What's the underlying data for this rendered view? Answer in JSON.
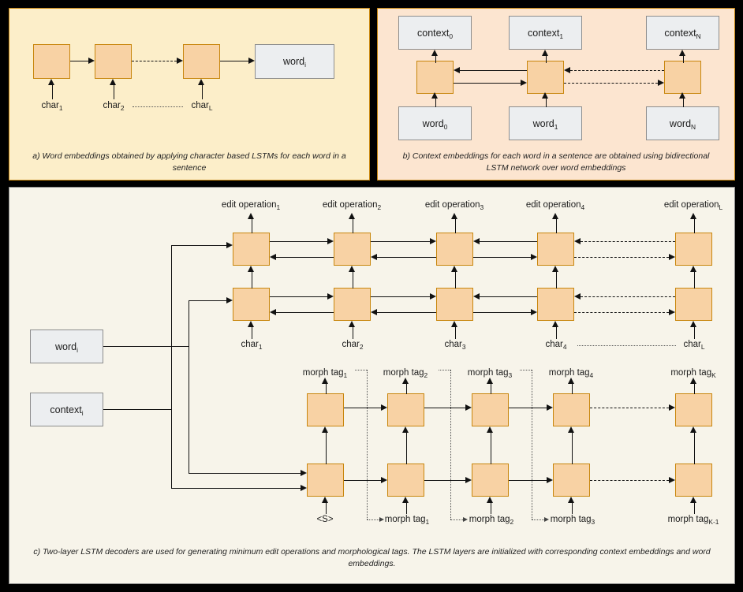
{
  "figure": {
    "panels": [
      {
        "id": "a",
        "caption": "a) Word embeddings obtained by applying character based LSTMs for each word in a sentence",
        "cells": 3,
        "inputs": [
          "char",
          "char",
          "char"
        ],
        "input_subs": [
          "1",
          "2",
          "L"
        ],
        "output": {
          "label": "word",
          "sub": "i"
        },
        "bg": "#fceec9"
      },
      {
        "id": "b",
        "caption": "b) Context embeddings for each word in a sentence are obtained using bidirectional LSTM network over word embeddings",
        "cells": 3,
        "top_labels": [
          {
            "label": "context",
            "sub": "0"
          },
          {
            "label": "context",
            "sub": "1"
          },
          {
            "label": "context",
            "sub": "N"
          }
        ],
        "bottom_labels": [
          {
            "label": "word",
            "sub": "0"
          },
          {
            "label": "word",
            "sub": "1"
          },
          {
            "label": "word",
            "sub": "N"
          }
        ],
        "bg": "#fce5d0"
      },
      {
        "id": "c",
        "caption": "c) Two-layer LSTM decoders are used for generating minimum edit operations and morphological tags. The LSTM layers are initialized with corresponding context embeddings and word embeddings.",
        "bg": "#f7f4ea",
        "init_boxes": [
          {
            "label": "word",
            "sub": "i"
          },
          {
            "label": "context",
            "sub": "i"
          }
        ],
        "edit_decoder": {
          "outputs": [
            {
              "label": "edit operation",
              "sub": "1"
            },
            {
              "label": "edit operation",
              "sub": "2"
            },
            {
              "label": "edit operation",
              "sub": "3"
            },
            {
              "label": "edit operation",
              "sub": "4"
            },
            {
              "label": "edit operation",
              "sub": "L"
            }
          ],
          "inputs": [
            {
              "label": "char",
              "sub": "1"
            },
            {
              "label": "char",
              "sub": "2"
            },
            {
              "label": "char",
              "sub": "3"
            },
            {
              "label": "char",
              "sub": "4"
            },
            {
              "label": "char",
              "sub": "L"
            }
          ]
        },
        "morph_decoder": {
          "outputs": [
            {
              "label": "morph tag",
              "sub": "1"
            },
            {
              "label": "morph tag",
              "sub": "2"
            },
            {
              "label": "morph tag",
              "sub": "3"
            },
            {
              "label": "morph tag",
              "sub": "4"
            },
            {
              "label": "morph tag",
              "sub": "K"
            }
          ],
          "inputs": [
            {
              "label": "<S>",
              "sub": ""
            },
            {
              "label": "morph tag",
              "sub": "1"
            },
            {
              "label": "morph tag",
              "sub": "2"
            },
            {
              "label": "morph tag",
              "sub": "3"
            },
            {
              "label": "morph tag",
              "sub": "K-1"
            }
          ]
        }
      }
    ],
    "colors": {
      "cell_fill": "#f8d2a4",
      "cell_border": "#c8860d",
      "gray_fill": "#eceef0",
      "gray_border": "#8d8d8d",
      "panel_a_bg": "#fceec9",
      "panel_b_bg": "#fce5d0",
      "panel_c_bg": "#f7f4ea",
      "frame": "#000000",
      "line": "#111111"
    }
  }
}
